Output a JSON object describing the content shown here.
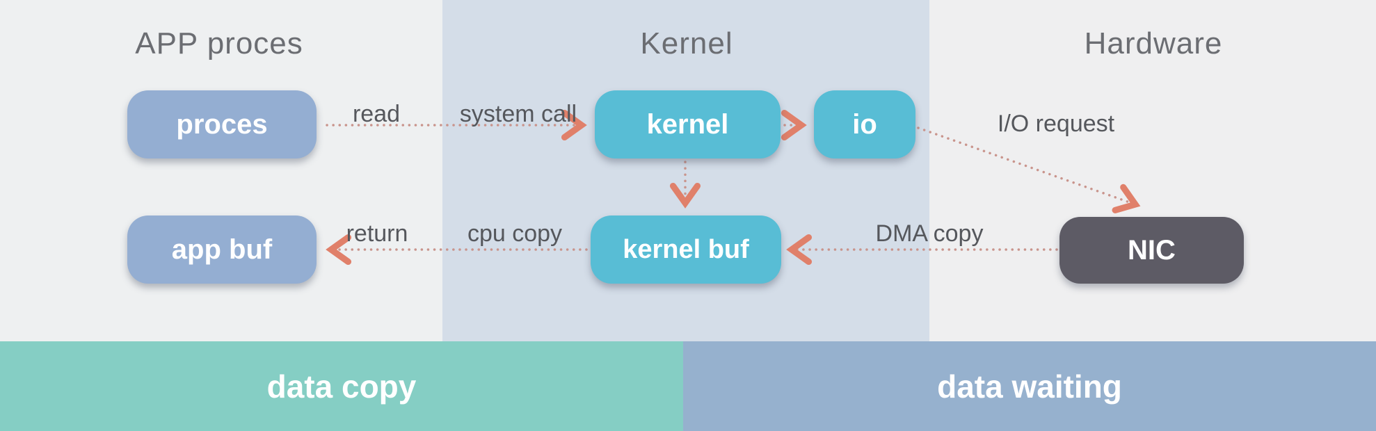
{
  "columns": {
    "app": {
      "title": "APP proces",
      "bg": "#eef0f1"
    },
    "kernel": {
      "title": "Kernel",
      "bg": "#d4dde8"
    },
    "hardware": {
      "title": "Hardware",
      "bg": "#efeff0"
    }
  },
  "nodes": {
    "proces": {
      "label": "proces",
      "color": "#94aed2"
    },
    "kernel": {
      "label": "kernel",
      "color": "#58bdd5"
    },
    "io": {
      "label": "io",
      "color": "#58bdd5"
    },
    "app_buf": {
      "label": "app buf",
      "color": "#94aed2"
    },
    "kernel_buf": {
      "label": "kernel buf",
      "color": "#58bdd5"
    },
    "nic": {
      "label": "NIC",
      "color": "#5d5b65"
    }
  },
  "edges": {
    "read": {
      "label": "read"
    },
    "system_call": {
      "label": "system call"
    },
    "io_request": {
      "label": "I/O request"
    },
    "return": {
      "label": "return"
    },
    "cpu_copy": {
      "label": "cpu copy"
    },
    "dma_copy": {
      "label": "DMA copy"
    }
  },
  "bars": {
    "data_copy": {
      "label": "data copy",
      "color": "#85cec4"
    },
    "data_waiting": {
      "label": "data waiting",
      "color": "#96b1ce"
    }
  },
  "arrow_colors": {
    "dots": "#c9948c",
    "head": "#e0806a"
  },
  "text_colors": {
    "heading": "#6b6d72",
    "edge_label": "#55575c"
  }
}
